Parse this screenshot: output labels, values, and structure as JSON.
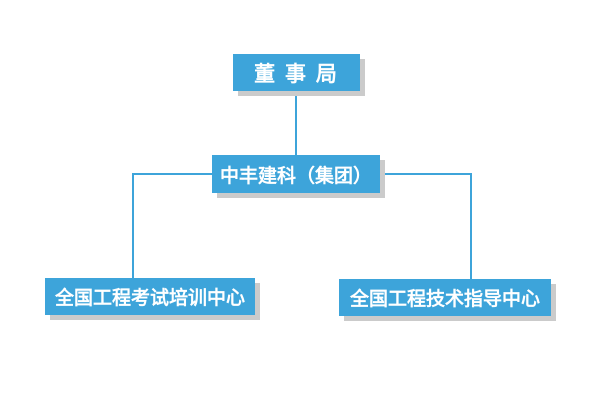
{
  "org_chart": {
    "nodes": [
      {
        "id": "board",
        "label": "董 事 局",
        "level": 1
      },
      {
        "id": "group",
        "label": "中丰建科（集团）",
        "level": 2
      },
      {
        "id": "training",
        "label": "全国工程考试培训中心",
        "level": 3
      },
      {
        "id": "guidance",
        "label": "全国工程技术指导中心",
        "level": 3
      }
    ],
    "edges": [
      {
        "from": "board",
        "to": "group"
      },
      {
        "from": "group",
        "to": "training"
      },
      {
        "from": "group",
        "to": "guidance"
      }
    ]
  },
  "colors": {
    "node_fill": "#3DA4DA",
    "connector": "#3DA4DA",
    "node_text": "#FFFFFF",
    "node_shadow": "#CBCBCB",
    "background": "#FFFFFF"
  }
}
